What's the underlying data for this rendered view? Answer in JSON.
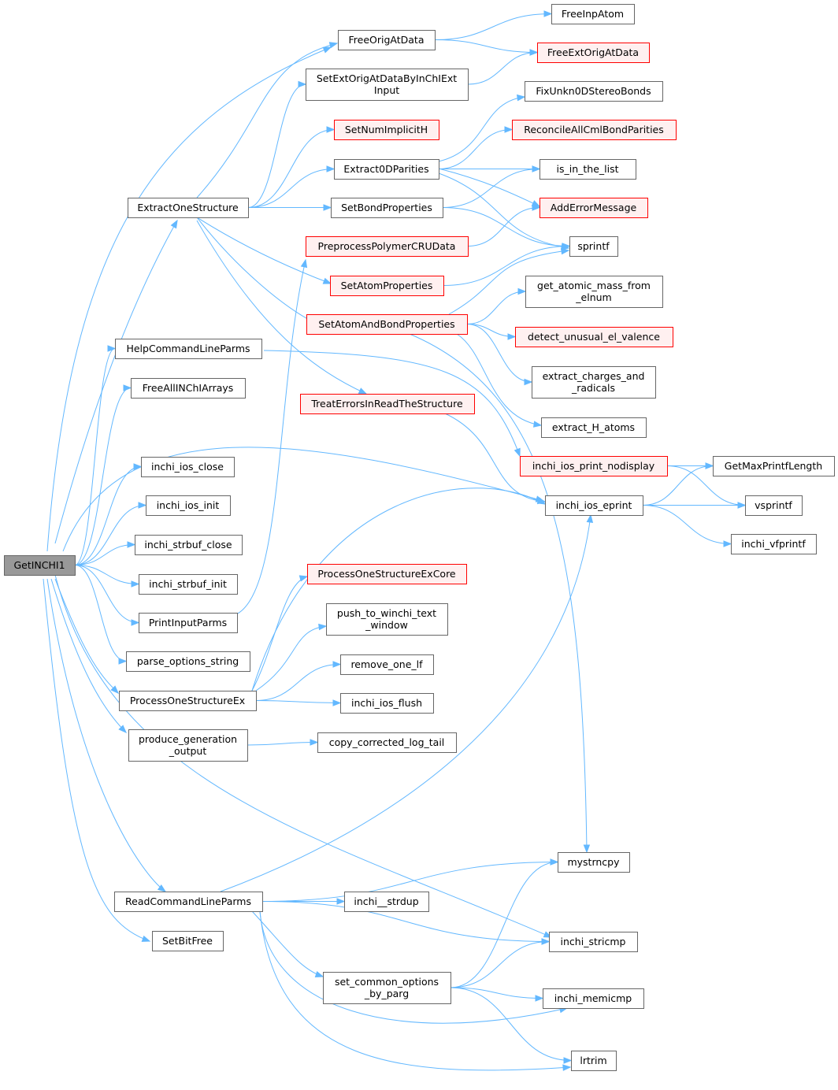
{
  "colors": {
    "edge": "#63b8ff",
    "node_border": "#666666",
    "node_fill": "#ffffff",
    "linked_node_border": "#ff0000",
    "linked_node_fill": "#fff0f0",
    "root_fill": "#999999"
  },
  "nodes": {
    "GetINCHI1": {
      "lines": [
        "GetINCHI1"
      ],
      "kind": "root"
    },
    "ExtractOneStructure": {
      "lines": [
        "ExtractOneStructure"
      ],
      "kind": "normal"
    },
    "HelpCommandLineParms": {
      "lines": [
        "HelpCommandLineParms"
      ],
      "kind": "normal"
    },
    "FreeAllINChIArrays": {
      "lines": [
        "FreeAllINChIArrays"
      ],
      "kind": "normal"
    },
    "inchi_ios_close": {
      "lines": [
        "inchi_ios_close"
      ],
      "kind": "normal"
    },
    "inchi_ios_init": {
      "lines": [
        "inchi_ios_init"
      ],
      "kind": "normal"
    },
    "inchi_strbuf_close": {
      "lines": [
        "inchi_strbuf_close"
      ],
      "kind": "normal"
    },
    "inchi_strbuf_init": {
      "lines": [
        "inchi_strbuf_init"
      ],
      "kind": "normal"
    },
    "PrintInputParms": {
      "lines": [
        "PrintInputParms"
      ],
      "kind": "normal"
    },
    "parse_options_string": {
      "lines": [
        "parse_options_string"
      ],
      "kind": "normal"
    },
    "ProcessOneStructureEx": {
      "lines": [
        "ProcessOneStructureEx"
      ],
      "kind": "normal"
    },
    "produce_generation_output": {
      "lines": [
        "produce_generation",
        "_output"
      ],
      "kind": "normal"
    },
    "ReadCommandLineParms": {
      "lines": [
        "ReadCommandLineParms"
      ],
      "kind": "normal"
    },
    "SetBitFree": {
      "lines": [
        "SetBitFree"
      ],
      "kind": "normal"
    },
    "FreeOrigAtData": {
      "lines": [
        "FreeOrigAtData"
      ],
      "kind": "normal"
    },
    "SetExtOrigAtDataByInChIExtInput": {
      "lines": [
        "SetExtOrigAtDataByInChIExt",
        "Input"
      ],
      "kind": "normal"
    },
    "SetNumImplicitH": {
      "lines": [
        "SetNumImplicitH"
      ],
      "kind": "linked"
    },
    "Extract0DParities": {
      "lines": [
        "Extract0DParities"
      ],
      "kind": "normal"
    },
    "SetBondProperties": {
      "lines": [
        "SetBondProperties"
      ],
      "kind": "normal"
    },
    "PreprocessPolymerCRUData": {
      "lines": [
        "PreprocessPolymerCRUData"
      ],
      "kind": "linked"
    },
    "SetAtomProperties": {
      "lines": [
        "SetAtomProperties"
      ],
      "kind": "linked"
    },
    "SetAtomAndBondProperties": {
      "lines": [
        "SetAtomAndBondProperties"
      ],
      "kind": "linked"
    },
    "TreatErrorsInReadTheStructure": {
      "lines": [
        "TreatErrorsInReadTheStructure"
      ],
      "kind": "linked"
    },
    "ProcessOneStructureExCore": {
      "lines": [
        "ProcessOneStructureExCore"
      ],
      "kind": "linked"
    },
    "push_to_winchi_text_window": {
      "lines": [
        "push_to_winchi_text",
        "_window"
      ],
      "kind": "normal"
    },
    "remove_one_lf": {
      "lines": [
        "remove_one_lf"
      ],
      "kind": "normal"
    },
    "inchi_ios_flush": {
      "lines": [
        "inchi_ios_flush"
      ],
      "kind": "normal"
    },
    "copy_corrected_log_tail": {
      "lines": [
        "copy_corrected_log_tail"
      ],
      "kind": "normal"
    },
    "inchi__strdup": {
      "lines": [
        "inchi__strdup"
      ],
      "kind": "normal"
    },
    "set_common_options_by_parg": {
      "lines": [
        "set_common_options",
        "_by_parg"
      ],
      "kind": "normal"
    },
    "FreeInpAtom": {
      "lines": [
        "FreeInpAtom"
      ],
      "kind": "normal"
    },
    "FreeExtOrigAtData": {
      "lines": [
        "FreeExtOrigAtData"
      ],
      "kind": "linked"
    },
    "FixUnkn0DStereoBonds": {
      "lines": [
        "FixUnkn0DStereoBonds"
      ],
      "kind": "normal"
    },
    "ReconcileAllCmlBondParities": {
      "lines": [
        "ReconcileAllCmlBondParities"
      ],
      "kind": "linked"
    },
    "is_in_the_list": {
      "lines": [
        "is_in_the_list"
      ],
      "kind": "normal"
    },
    "AddErrorMessage": {
      "lines": [
        "AddErrorMessage"
      ],
      "kind": "linked"
    },
    "sprintf": {
      "lines": [
        "sprintf"
      ],
      "kind": "normal"
    },
    "get_atomic_mass_from_elnum": {
      "lines": [
        "get_atomic_mass_from",
        "_elnum"
      ],
      "kind": "normal"
    },
    "detect_unusual_el_valence": {
      "lines": [
        "detect_unusual_el_valence"
      ],
      "kind": "linked"
    },
    "extract_charges_and_radicals": {
      "lines": [
        "extract_charges_and",
        "_radicals"
      ],
      "kind": "normal"
    },
    "extract_H_atoms": {
      "lines": [
        "extract_H_atoms"
      ],
      "kind": "normal"
    },
    "inchi_ios_print_nodisplay": {
      "lines": [
        "inchi_ios_print_nodisplay"
      ],
      "kind": "linked"
    },
    "inchi_ios_eprint": {
      "lines": [
        "inchi_ios_eprint"
      ],
      "kind": "normal"
    },
    "mystrncpy": {
      "lines": [
        "mystrncpy"
      ],
      "kind": "normal"
    },
    "inchi_stricmp": {
      "lines": [
        "inchi_stricmp"
      ],
      "kind": "normal"
    },
    "inchi_memicmp": {
      "lines": [
        "inchi_memicmp"
      ],
      "kind": "normal"
    },
    "lrtrim": {
      "lines": [
        "lrtrim"
      ],
      "kind": "normal"
    },
    "GetMaxPrintfLength": {
      "lines": [
        "GetMaxPrintfLength"
      ],
      "kind": "normal"
    },
    "vsprintf": {
      "lines": [
        "vsprintf"
      ],
      "kind": "normal"
    },
    "inchi_vfprintf": {
      "lines": [
        "inchi_vfprintf"
      ],
      "kind": "normal"
    }
  },
  "edges": [
    [
      "GetINCHI1",
      "ExtractOneStructure"
    ],
    [
      "GetINCHI1",
      "FreeOrigAtData"
    ],
    [
      "GetINCHI1",
      "HelpCommandLineParms"
    ],
    [
      "GetINCHI1",
      "FreeAllINChIArrays"
    ],
    [
      "GetINCHI1",
      "inchi_ios_close"
    ],
    [
      "GetINCHI1",
      "inchi_ios_eprint"
    ],
    [
      "GetINCHI1",
      "inchi_ios_init"
    ],
    [
      "GetINCHI1",
      "inchi_strbuf_close"
    ],
    [
      "GetINCHI1",
      "inchi_strbuf_init"
    ],
    [
      "GetINCHI1",
      "PrintInputParms"
    ],
    [
      "GetINCHI1",
      "parse_options_string"
    ],
    [
      "GetINCHI1",
      "ProcessOneStructureEx"
    ],
    [
      "GetINCHI1",
      "produce_generation_output"
    ],
    [
      "GetINCHI1",
      "inchi_stricmp"
    ],
    [
      "GetINCHI1",
      "ReadCommandLineParms"
    ],
    [
      "GetINCHI1",
      "SetBitFree"
    ],
    [
      "ExtractOneStructure",
      "FreeOrigAtData"
    ],
    [
      "ExtractOneStructure",
      "SetExtOrigAtDataByInChIExtInput"
    ],
    [
      "ExtractOneStructure",
      "SetNumImplicitH"
    ],
    [
      "ExtractOneStructure",
      "Extract0DParities"
    ],
    [
      "ExtractOneStructure",
      "SetBondProperties"
    ],
    [
      "ExtractOneStructure",
      "SetAtomProperties"
    ],
    [
      "ExtractOneStructure",
      "SetAtomAndBondProperties"
    ],
    [
      "ExtractOneStructure",
      "TreatErrorsInReadTheStructure"
    ],
    [
      "HelpCommandLineParms",
      "inchi_ios_print_nodisplay"
    ],
    [
      "PrintInputParms",
      "PreprocessPolymerCRUData"
    ],
    [
      "ProcessOneStructureEx",
      "inchi_ios_eprint"
    ],
    [
      "ProcessOneStructureEx",
      "ProcessOneStructureExCore"
    ],
    [
      "ProcessOneStructureEx",
      "push_to_winchi_text_window"
    ],
    [
      "ProcessOneStructureEx",
      "remove_one_lf"
    ],
    [
      "ProcessOneStructureEx",
      "inchi_ios_flush"
    ],
    [
      "produce_generation_output",
      "copy_corrected_log_tail"
    ],
    [
      "ReadCommandLineParms",
      "inchi_ios_eprint"
    ],
    [
      "ReadCommandLineParms",
      "mystrncpy"
    ],
    [
      "ReadCommandLineParms",
      "inchi__strdup"
    ],
    [
      "ReadCommandLineParms",
      "inchi_stricmp"
    ],
    [
      "ReadCommandLineParms",
      "set_common_options_by_parg"
    ],
    [
      "ReadCommandLineParms",
      "inchi_memicmp"
    ],
    [
      "ReadCommandLineParms",
      "lrtrim"
    ],
    [
      "FreeOrigAtData",
      "FreeInpAtom"
    ],
    [
      "FreeOrigAtData",
      "FreeExtOrigAtData"
    ],
    [
      "SetExtOrigAtDataByInChIExtInput",
      "FreeExtOrigAtData"
    ],
    [
      "Extract0DParities",
      "FixUnkn0DStereoBonds"
    ],
    [
      "Extract0DParities",
      "ReconcileAllCmlBondParities"
    ],
    [
      "Extract0DParities",
      "is_in_the_list"
    ],
    [
      "Extract0DParities",
      "AddErrorMessage"
    ],
    [
      "Extract0DParities",
      "sprintf"
    ],
    [
      "SetBondProperties",
      "is_in_the_list"
    ],
    [
      "SetBondProperties",
      "sprintf"
    ],
    [
      "PreprocessPolymerCRUData",
      "AddErrorMessage"
    ],
    [
      "SetAtomProperties",
      "sprintf"
    ],
    [
      "SetAtomAndBondProperties",
      "sprintf"
    ],
    [
      "SetAtomAndBondProperties",
      "get_atomic_mass_from_elnum"
    ],
    [
      "SetAtomAndBondProperties",
      "detect_unusual_el_valence"
    ],
    [
      "SetAtomAndBondProperties",
      "extract_charges_and_radicals"
    ],
    [
      "SetAtomAndBondProperties",
      "extract_H_atoms"
    ],
    [
      "SetAtomAndBondProperties",
      "mystrncpy"
    ],
    [
      "TreatErrorsInReadTheStructure",
      "inchi_ios_eprint"
    ],
    [
      "set_common_options_by_parg",
      "mystrncpy"
    ],
    [
      "set_common_options_by_parg",
      "inchi_stricmp"
    ],
    [
      "set_common_options_by_parg",
      "inchi_memicmp"
    ],
    [
      "set_common_options_by_parg",
      "lrtrim"
    ],
    [
      "inchi_ios_print_nodisplay",
      "GetMaxPrintfLength"
    ],
    [
      "inchi_ios_print_nodisplay",
      "vsprintf"
    ],
    [
      "inchi_ios_eprint",
      "GetMaxPrintfLength"
    ],
    [
      "inchi_ios_eprint",
      "vsprintf"
    ],
    [
      "inchi_ios_eprint",
      "inchi_vfprintf"
    ]
  ]
}
